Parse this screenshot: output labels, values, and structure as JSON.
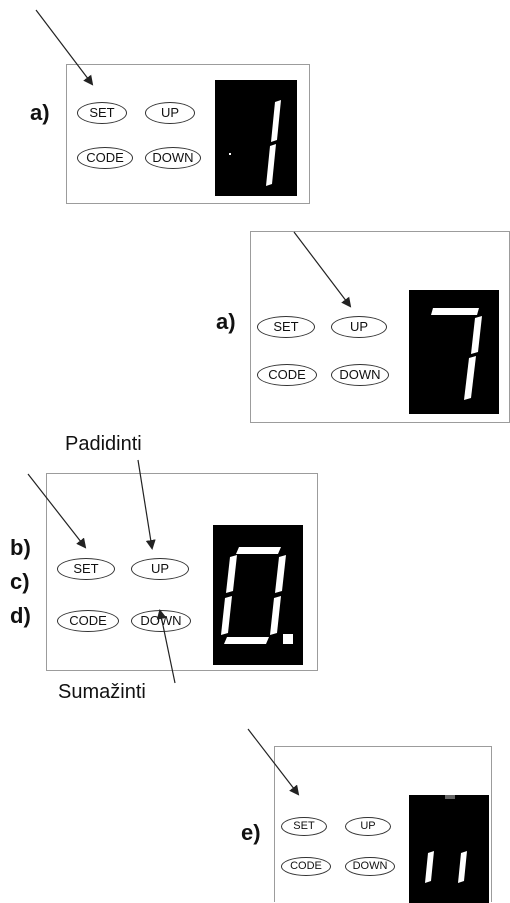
{
  "panels": [
    {
      "label": "a)",
      "set": "SET",
      "up": "UP",
      "code": "CODE",
      "down": "DOWN",
      "display": "1"
    },
    {
      "label": "a)",
      "set": "SET",
      "up": "UP",
      "code": "CODE",
      "down": "DOWN",
      "display": "7"
    },
    {
      "labels": [
        "b)",
        "c)",
        "d)"
      ],
      "set": "SET",
      "up": "UP",
      "code": "CODE",
      "down": "DOWN",
      "display": "0."
    },
    {
      "label": "e)",
      "set": "SET",
      "up": "UP",
      "code": "CODE",
      "down": "DOWN",
      "display": "11"
    }
  ],
  "captions": {
    "increase": "Padidinti",
    "decrease": "Sumažinti"
  },
  "colors": {
    "panel_border": "#9c9c9c",
    "display_bg": "#000000",
    "segment": "#ffffff"
  }
}
